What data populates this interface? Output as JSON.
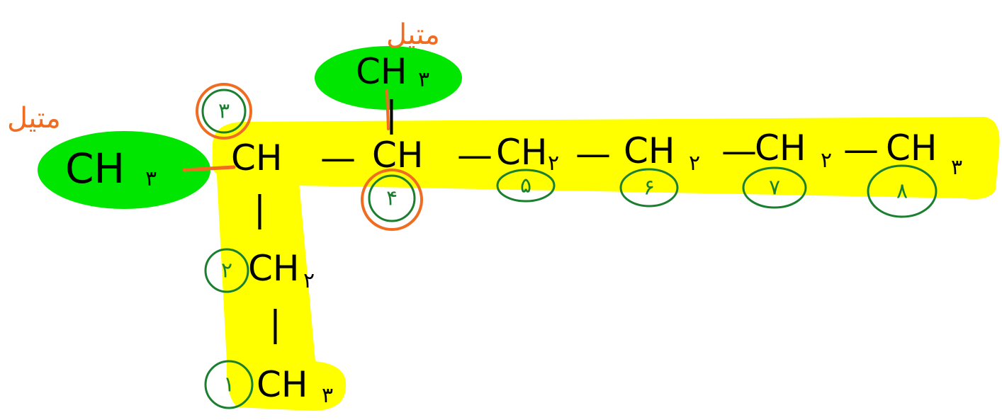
{
  "colors": {
    "highlight_yellow": "#ffff00",
    "substituent_green": "#00e600",
    "ink": "#000000",
    "number_circle_green": "#1a7f2e",
    "orange_marks": "#ef6c21"
  },
  "substituent_labels": {
    "left": "متیل",
    "top": "متیل"
  },
  "groups": {
    "methyl_left": "CH",
    "methyl_left_sub": "۳",
    "c3": "CH",
    "c4": "CH",
    "c5": "CH",
    "c5_sub": "۲",
    "c6": "CH",
    "c6_sub": "۲",
    "c7": "CH",
    "c7_sub": "۲",
    "c8": "CH",
    "c8_sub": "۳",
    "methyl_top": "CH",
    "methyl_top_sub": "۳",
    "c2": "CH",
    "c2_sub": "۲",
    "c1": "CH",
    "c1_sub": "۳"
  },
  "bonds": {
    "dash": "—",
    "vertical": "|"
  },
  "numbering": {
    "c1": "۱",
    "c2": "۲",
    "c3": "۳",
    "c4": "۴",
    "c5": "۵",
    "c6": "۶",
    "c7": "۷",
    "c8": "۸"
  }
}
